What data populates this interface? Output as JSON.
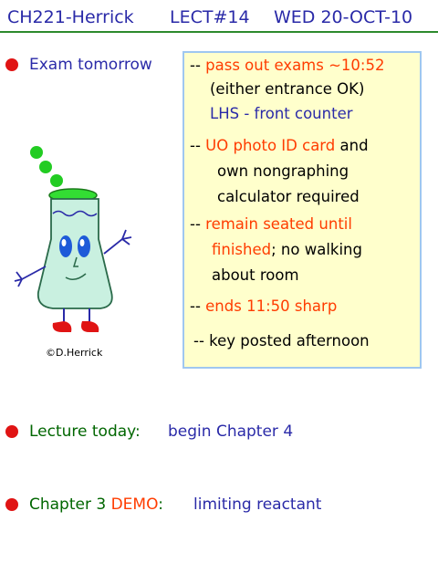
{
  "header": {
    "course": "CH221-Herrick",
    "lecture": "LECT#14",
    "date": "WED 20-OCT-10"
  },
  "items": [
    {
      "label": "Exam tomorrow"
    },
    {
      "label": "Lecture today:",
      "detail": "begin Chapter 4"
    },
    {
      "label_a": "Chapter 3",
      "label_b": "DEMO",
      "label_c": ":",
      "detail": "limiting reactant"
    }
  ],
  "exam_box": {
    "p1_dash": "-- ",
    "p1_a": "pass out exams  ~10:52",
    "p1_b": "(either entrance OK)",
    "p1_c": "LHS - front counter",
    "p2_dash": "--  ",
    "p2_a": "UO photo ID card",
    "p2_b": " and",
    "p2_c": "own nongraphing",
    "p2_d": "calculator required",
    "p3_dash": "-- ",
    "p3_a": "remain seated until",
    "p3_b": "finished",
    "p3_c": ";  no walking",
    "p3_d": "about room",
    "p4_dash": "-- ",
    "p4_a": "ends 11:50 sharp",
    "p5": "-- key posted afternoon"
  },
  "credit": "©D.Herrick",
  "colors": {
    "title_blue": "#2a2aa8",
    "rule_green": "#2d8a2d",
    "bullet_red": "#e01414",
    "accent_orange": "#ff3c00",
    "box_fill": "#ffffcc",
    "box_border": "#9fc7f0"
  }
}
